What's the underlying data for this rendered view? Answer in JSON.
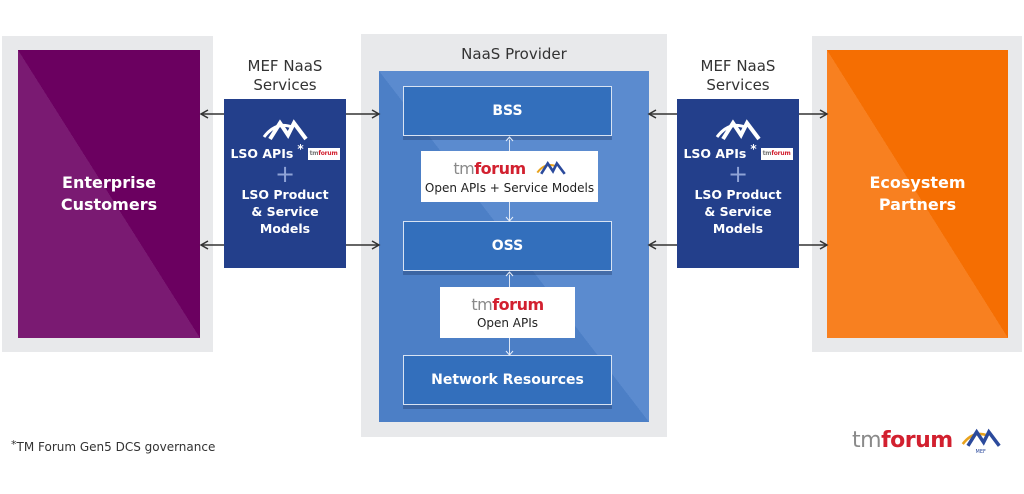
{
  "left_party": {
    "label_line1": "Enterprise",
    "label_line2": "Customers",
    "color": "#6b0060"
  },
  "right_party": {
    "label_line1": "Ecosystem",
    "label_line2": "Partners",
    "color": "#f56e02"
  },
  "mef_left": {
    "title_line1": "MEF NaaS",
    "title_line2": "Services",
    "lso_apis": "LSO APIs",
    "asterisk": "*",
    "tm_badge_tm": "tm",
    "tm_badge_forum": "forum",
    "plus": "+",
    "models_line1": "LSO Product",
    "models_line2": "& Service",
    "models_line3": "Models"
  },
  "mef_right": {
    "title_line1": "MEF NaaS",
    "title_line2": "Services",
    "lso_apis": "LSO APIs",
    "asterisk": "*",
    "tm_badge_tm": "tm",
    "tm_badge_forum": "forum",
    "plus": "+",
    "models_line1": "LSO Product",
    "models_line2": "& Service",
    "models_line3": "Models"
  },
  "provider": {
    "title": "NaaS Provider",
    "bss": "BSS",
    "oss": "OSS",
    "network_resources": "Network Resources",
    "interface_top": {
      "tm": "tm",
      "forum": "forum",
      "label": "Open APIs + Service Models"
    },
    "interface_bottom": {
      "tm": "tm",
      "forum": "forum",
      "label": "Open APIs"
    }
  },
  "footnote": {
    "asterisk": "*",
    "text": "TM Forum Gen5 DCS governance"
  },
  "brand": {
    "tm": "tm",
    "forum": "forum",
    "mef_label": "MEF"
  }
}
